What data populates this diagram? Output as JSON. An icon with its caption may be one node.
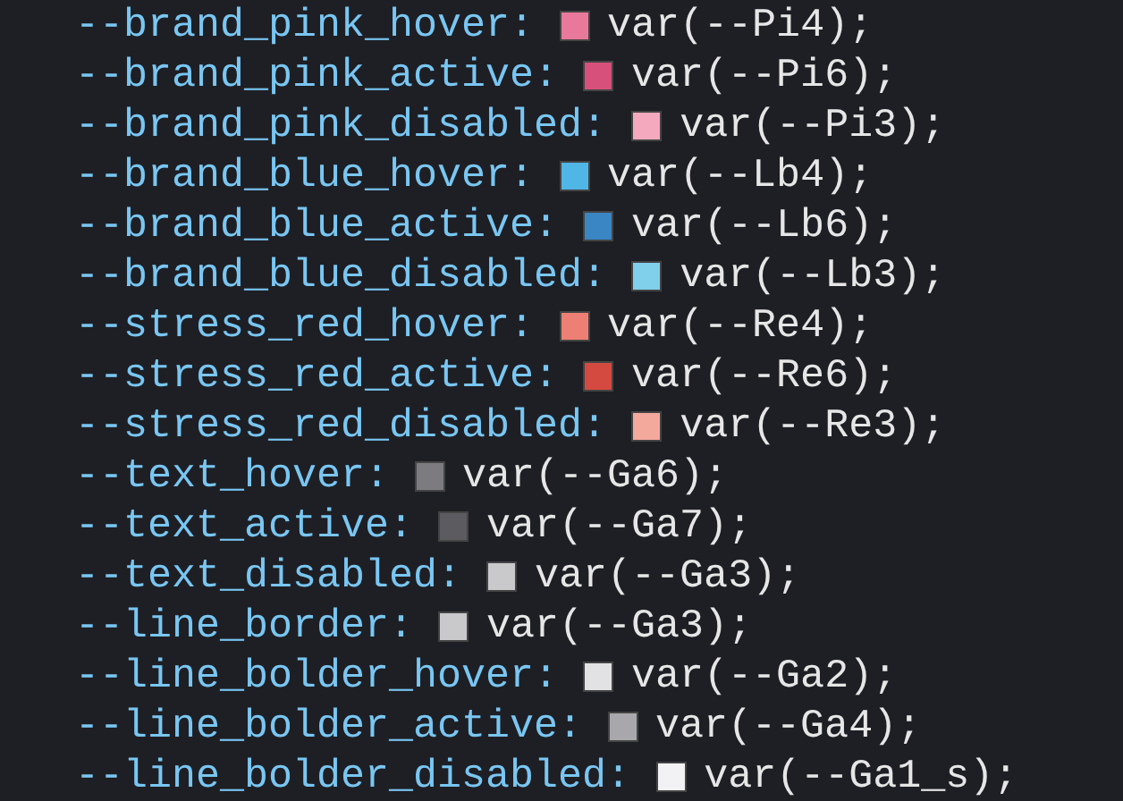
{
  "diagram": {
    "labels": [
      "--brand_pink_hover:",
      "--brand_pink_active:",
      "--brand_pink_disabled:",
      "--brand_blue_hover:",
      "--brand_blue_active:",
      "--brand_blue_disabled:",
      "--stress_red_hover:",
      "--stress_red_active:",
      "--stress_red_disabled:",
      "--text_hover:",
      "--text_active:",
      "--text_disabled:",
      "--line_border:",
      "--line_bolder_hover:",
      "--line_bolder_active:",
      "--line_bolder_disabled:"
    ],
    "legend": [
      {
        "text": "var(--Pi4);",
        "color": "#e9799b"
      },
      {
        "text": "var(--Pi6);",
        "color": "#d6507b"
      },
      {
        "text": "var(--Pi3);",
        "color": "#f4a9be"
      },
      {
        "text": "var(--Lb4);",
        "color": "#4fb6e6"
      },
      {
        "text": "var(--Lb6);",
        "color": "#3a86c4"
      },
      {
        "text": "var(--Lb3);",
        "color": "#80cfeb"
      },
      {
        "text": "var(--Re4);",
        "color": "#ee7f74"
      },
      {
        "text": "var(--Re6);",
        "color": "#d44a40"
      },
      {
        "text": "var(--Re3);",
        "color": "#f3a99c"
      },
      {
        "text": "var(--Ga6);",
        "color": "#7b7b80"
      },
      {
        "text": "var(--Ga7);",
        "color": "#5b5b60"
      },
      {
        "text": "var(--Ga3);",
        "color": "#c9c9cc"
      },
      {
        "text": "var(--Ga3);",
        "color": "#c9c9cc"
      },
      {
        "text": "var(--Ga2);",
        "color": "#e2e2e4"
      },
      {
        "text": "var(--Ga4);",
        "color": "#a8a8ac"
      },
      {
        "text": "var(--Ga1_s);",
        "color": "#f2f2f4"
      }
    ]
  }
}
